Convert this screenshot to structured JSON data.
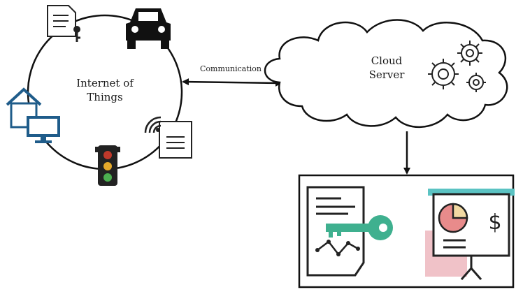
{
  "diagram": {
    "iot_label_line1": "Internet of",
    "iot_label_line2": "Things",
    "cloud_label_line1": "Cloud",
    "cloud_label_line2": "Server",
    "communication_label": "Communication"
  },
  "icons": [
    "document-key-icon",
    "car-icon",
    "house-icon",
    "monitor-icon",
    "wifi-document-icon",
    "traffic-light-icon",
    "gear-icon",
    "report-key-icon",
    "presentation-board-icon"
  ],
  "colors": {
    "house_blue": "#1f5c8a",
    "key_teal": "#3fb08f",
    "pie_pink": "#e88b8b",
    "pie_yellow": "#f2d9a2",
    "board_teal": "#5bc3c3",
    "panel_pink": "#f0c2c8"
  }
}
